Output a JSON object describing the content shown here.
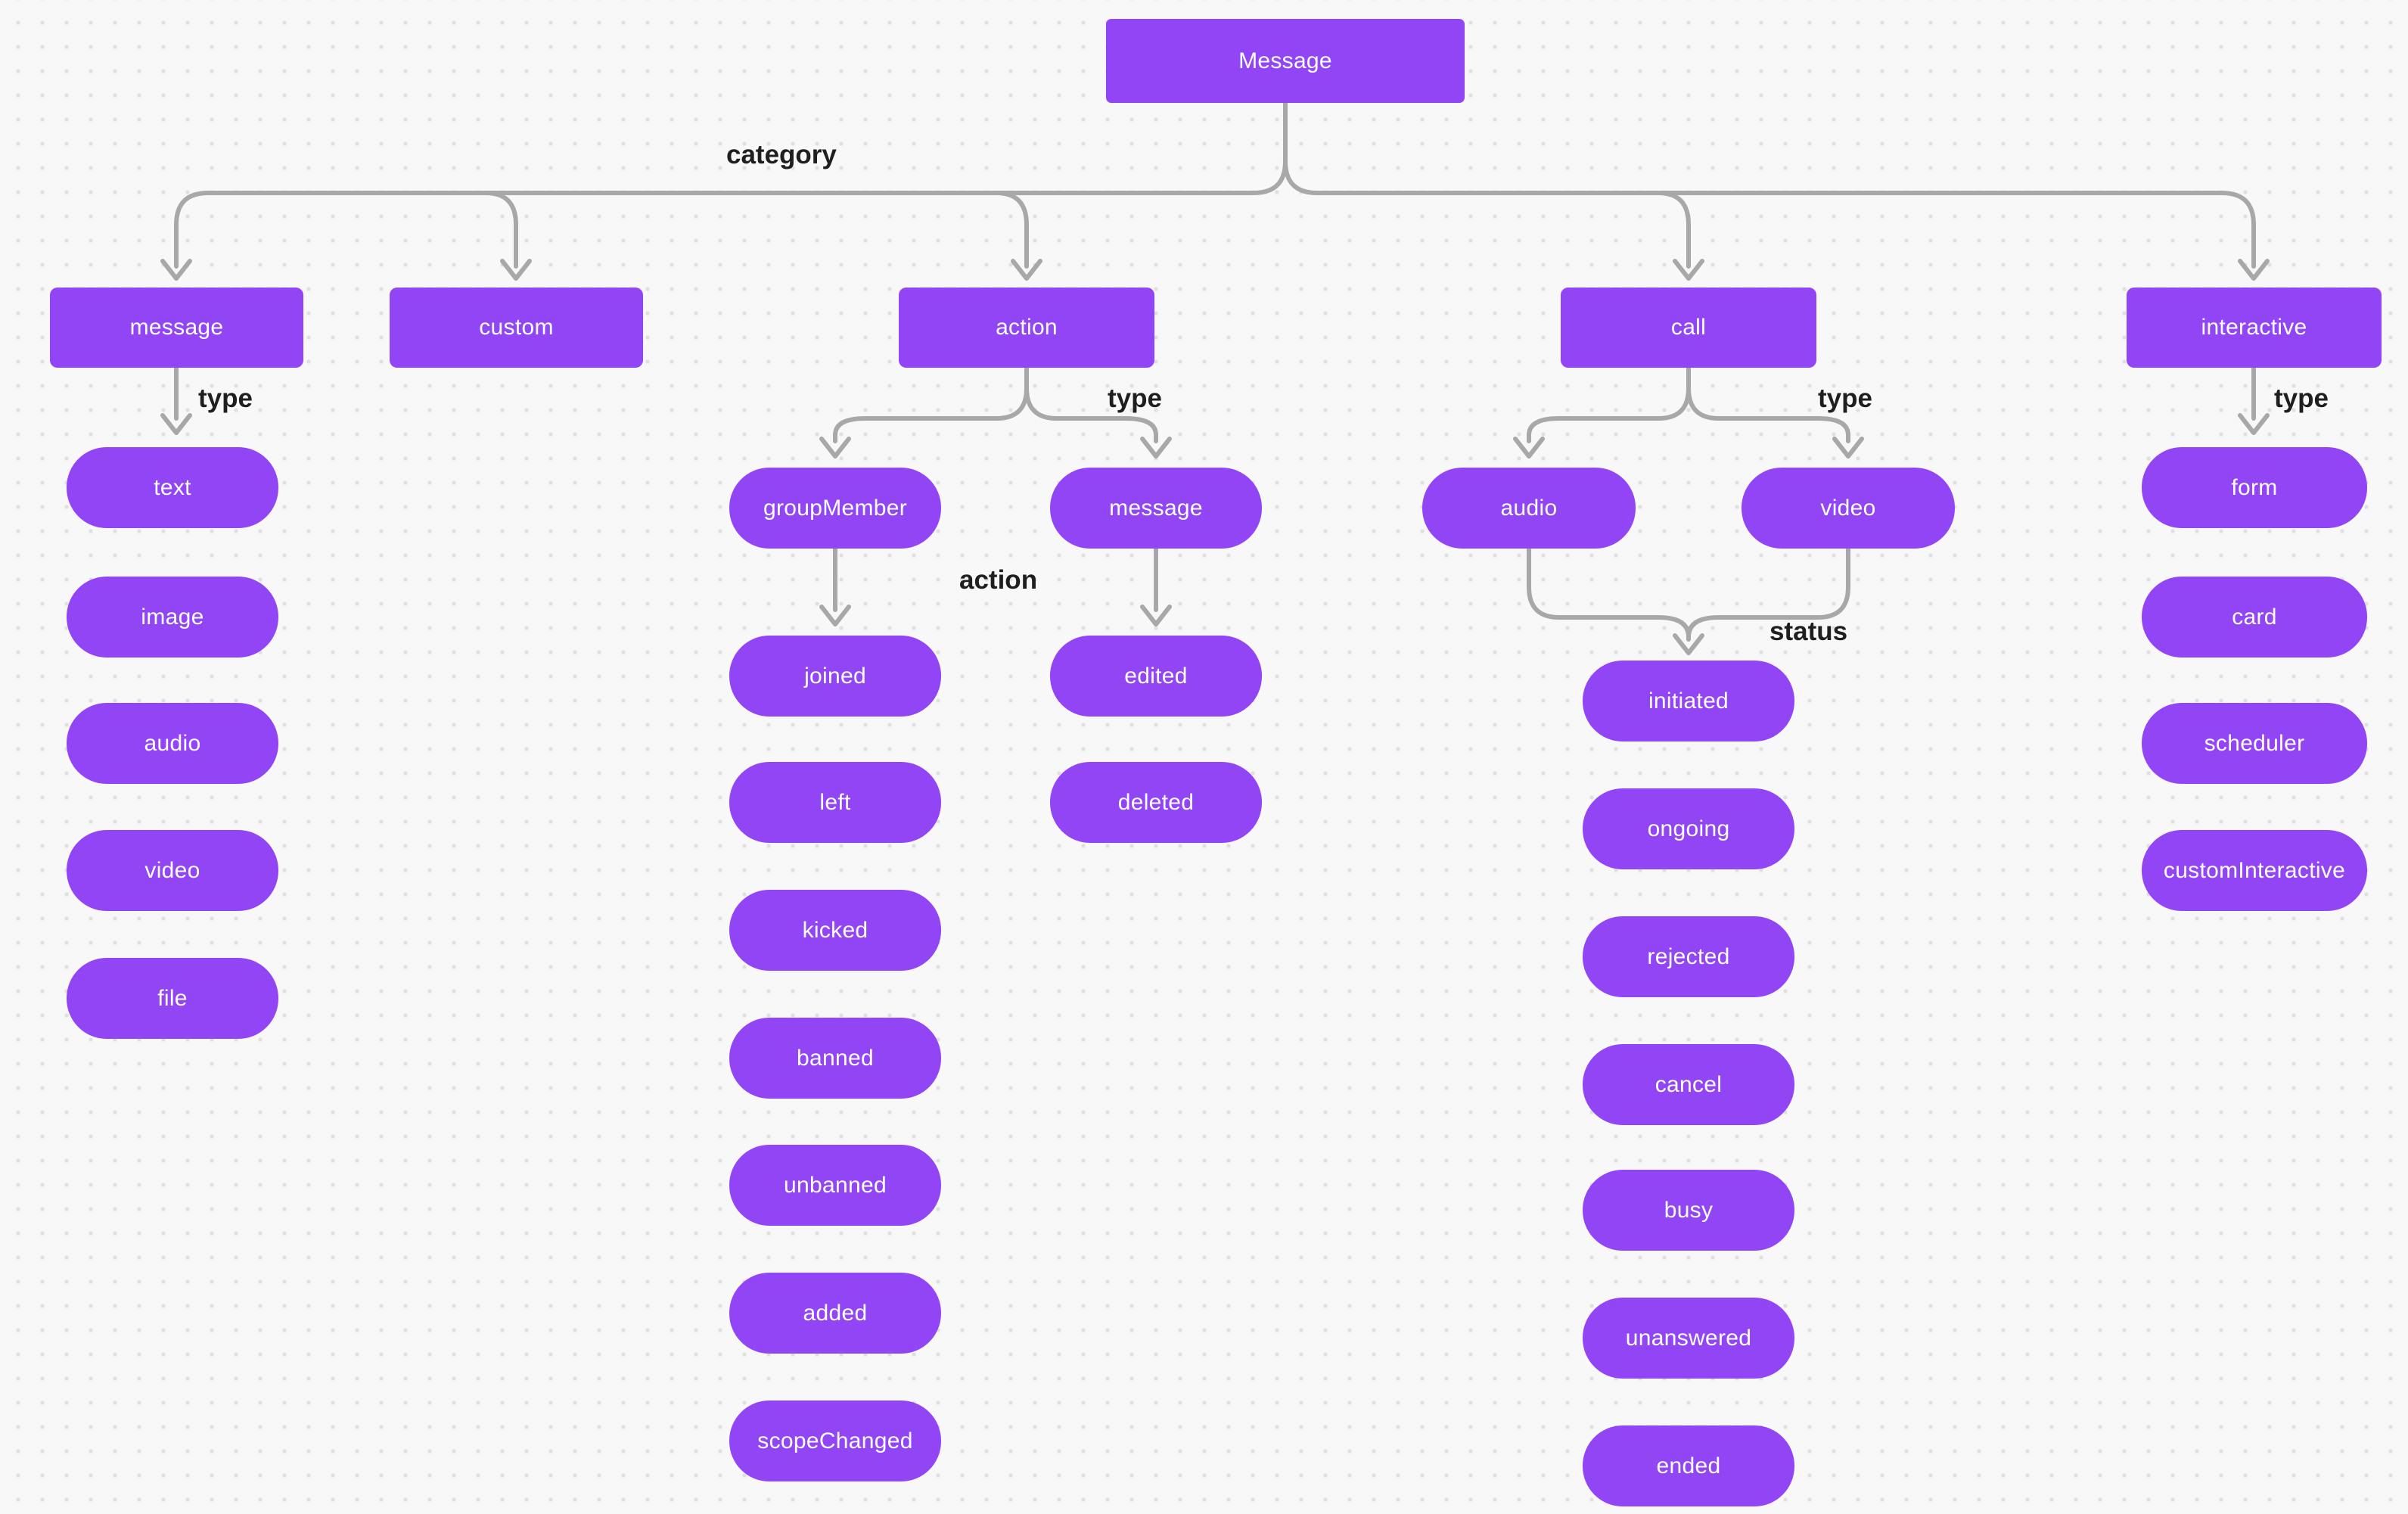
{
  "diagram": {
    "title": "Message",
    "colors": {
      "node_fill": "#9245F5",
      "node_text": "#FFFFFF",
      "connector": "#A8A8A8",
      "edge_label_text": "#1F1F1F",
      "canvas_background": "#F8F8F8",
      "canvas_dots": "#E0E0E0"
    },
    "nodes": {
      "root": {
        "label": "Message"
      },
      "category_message": {
        "label": "message"
      },
      "category_custom": {
        "label": "custom"
      },
      "category_action": {
        "label": "action"
      },
      "category_call": {
        "label": "call"
      },
      "category_interactive": {
        "label": "interactive"
      },
      "msg_text": {
        "label": "text"
      },
      "msg_image": {
        "label": "image"
      },
      "msg_audio": {
        "label": "audio"
      },
      "msg_video": {
        "label": "video"
      },
      "msg_file": {
        "label": "file"
      },
      "action_groupMember": {
        "label": "groupMember"
      },
      "action_message": {
        "label": "message"
      },
      "gm_joined": {
        "label": "joined"
      },
      "gm_left": {
        "label": "left"
      },
      "gm_kicked": {
        "label": "kicked"
      },
      "gm_banned": {
        "label": "banned"
      },
      "gm_unbanned": {
        "label": "unbanned"
      },
      "gm_added": {
        "label": "added"
      },
      "gm_scopeChanged": {
        "label": "scopeChanged"
      },
      "am_edited": {
        "label": "edited"
      },
      "am_deleted": {
        "label": "deleted"
      },
      "call_audio": {
        "label": "audio"
      },
      "call_video": {
        "label": "video"
      },
      "status_initiated": {
        "label": "initiated"
      },
      "status_ongoing": {
        "label": "ongoing"
      },
      "status_rejected": {
        "label": "rejected"
      },
      "status_cancel": {
        "label": "cancel"
      },
      "status_busy": {
        "label": "busy"
      },
      "status_unanswered": {
        "label": "unanswered"
      },
      "status_ended": {
        "label": "ended"
      }
    },
    "edge_labels": {
      "category": "category",
      "type": "type",
      "action": "action",
      "status": "status"
    }
  }
}
